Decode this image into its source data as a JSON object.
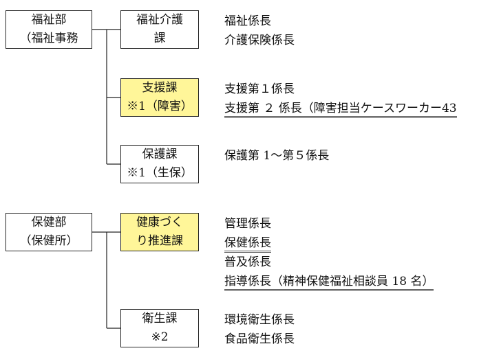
{
  "colors": {
    "highlight": "#fff699",
    "line": "#222222"
  },
  "welfare_dept": {
    "box": [
      "福祉部",
      "（福祉事務"
    ],
    "sections": [
      {
        "lines": [
          "福祉介護",
          "課"
        ],
        "highlight": false,
        "staff": [
          {
            "text": "福祉係長",
            "underline": false
          },
          {
            "text": "介護保険係長",
            "underline": false
          }
        ]
      },
      {
        "lines": [
          "支援課",
          "※1（障害）"
        ],
        "highlight": true,
        "staff": [
          {
            "text": "支援第１係長",
            "underline": false
          },
          {
            "text": "支援第 ２ 係長（障害担当ケースワーカー43",
            "underline": true
          }
        ]
      },
      {
        "lines": [
          "保護課",
          "※1（生保）"
        ],
        "highlight": false,
        "staff": [
          {
            "text": "保護第 1～第５係長",
            "underline": false
          }
        ]
      }
    ]
  },
  "health_dept": {
    "box": [
      "保健部",
      "（保健所）"
    ],
    "sections": [
      {
        "lines": [
          "健康づく",
          "り推進課"
        ],
        "highlight": true,
        "staff": [
          {
            "text": "管理係長",
            "underline": false
          },
          {
            "text": "保健係長",
            "underline": true
          },
          {
            "text": "普及係長",
            "underline": false
          },
          {
            "text": "指導係長（精神保健福祉相談員 18 名）",
            "underline": true
          }
        ]
      },
      {
        "lines": [
          "衛生課",
          "※2"
        ],
        "highlight": false,
        "staff": [
          {
            "text": "環境衛生係長",
            "underline": false
          },
          {
            "text": "食品衛生係長",
            "underline": false
          }
        ]
      }
    ]
  }
}
